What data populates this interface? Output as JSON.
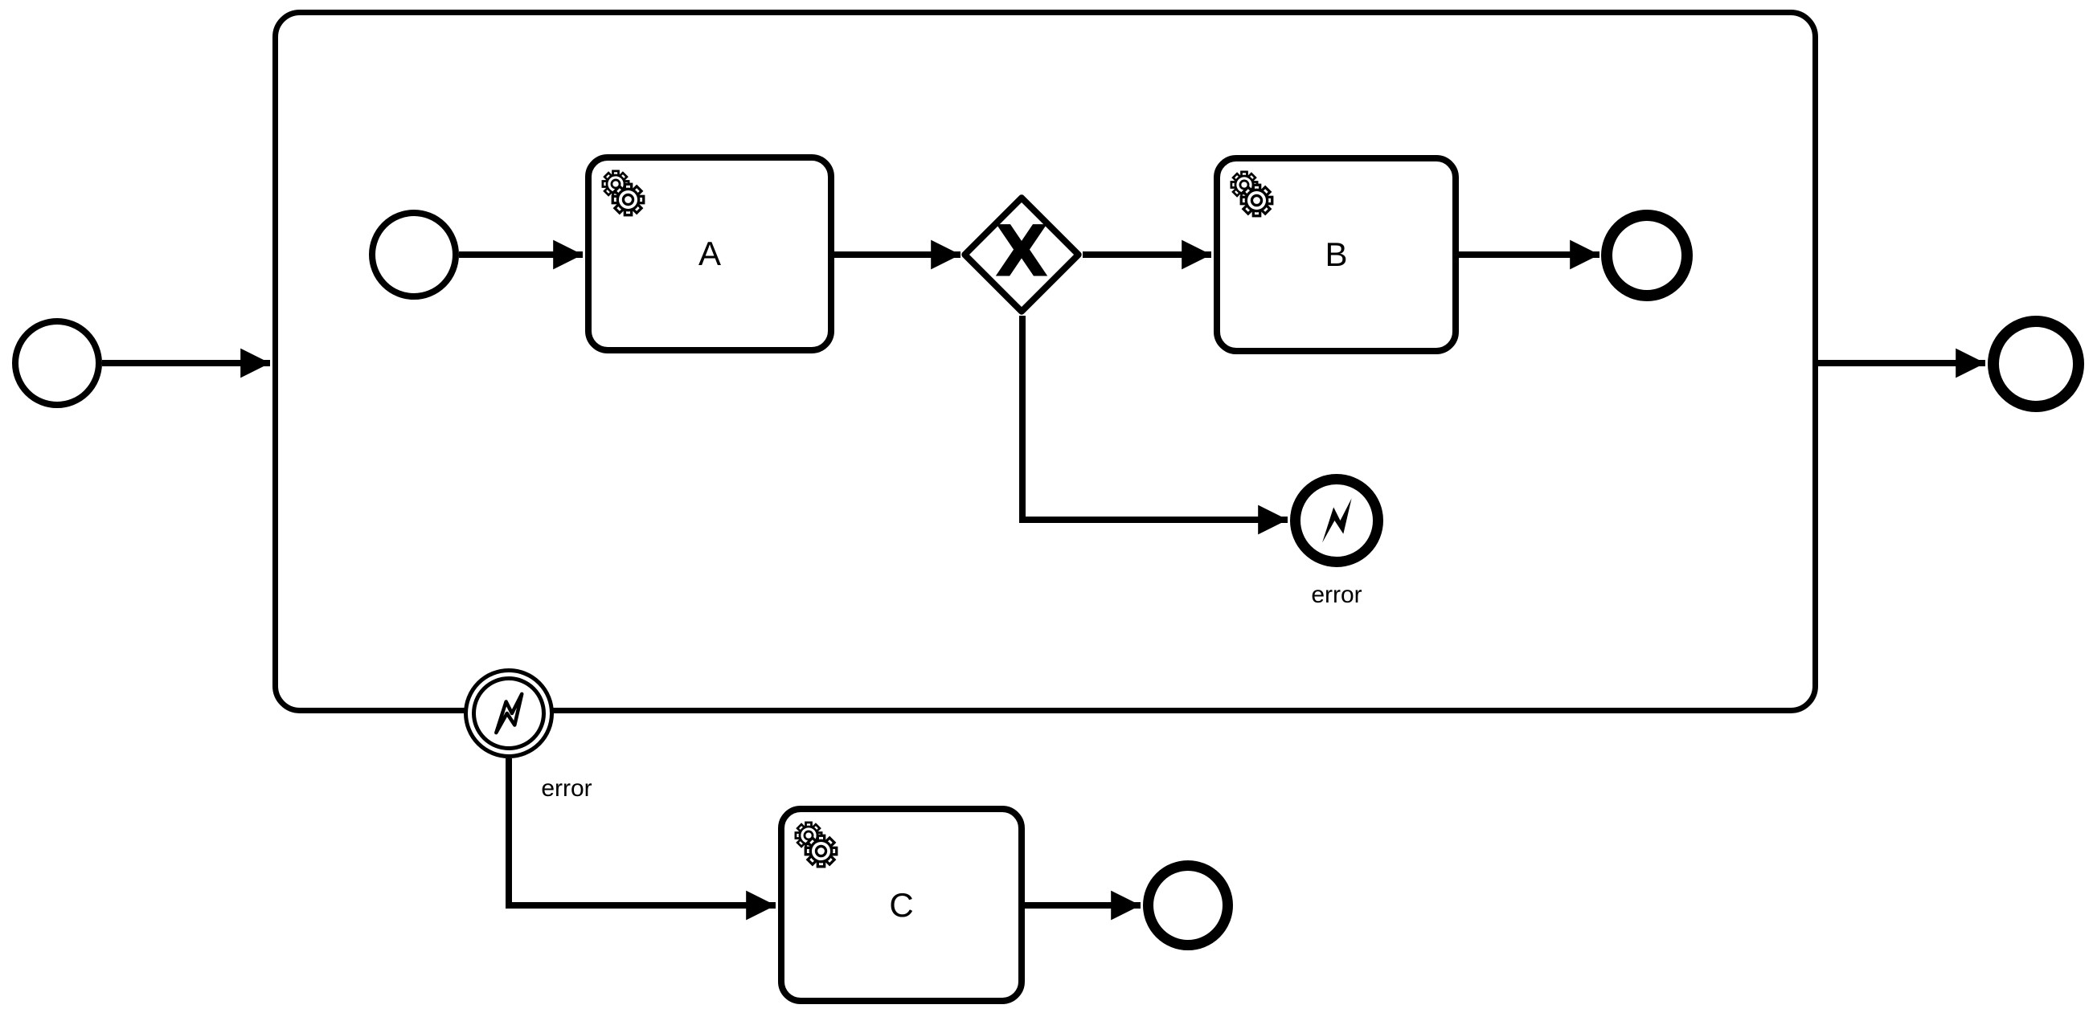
{
  "diagram": {
    "kind": "BPMN process diagram",
    "colors": {
      "stroke": "#000000",
      "fill": "#ffffff"
    },
    "tasks": {
      "a": {
        "label": "A",
        "type": "service-task",
        "icon": "gear-icon"
      },
      "b": {
        "label": "B",
        "type": "service-task",
        "icon": "gear-icon"
      },
      "c": {
        "label": "C",
        "type": "service-task",
        "icon": "gear-icon"
      }
    },
    "gateway": {
      "type": "exclusive-gateway",
      "marker": "X"
    },
    "events": {
      "outer_start": {
        "type": "start-event"
      },
      "inner_start": {
        "type": "start-event"
      },
      "inner_end": {
        "type": "end-event"
      },
      "error_end": {
        "type": "error-end-event",
        "label": "error",
        "icon": "lightning-icon"
      },
      "boundary_error": {
        "type": "error-boundary-event",
        "label": "error",
        "icon": "lightning-icon"
      },
      "end_after_c": {
        "type": "end-event"
      },
      "outer_end": {
        "type": "end-event"
      }
    },
    "subprocess": {
      "type": "expanded-subprocess"
    }
  }
}
